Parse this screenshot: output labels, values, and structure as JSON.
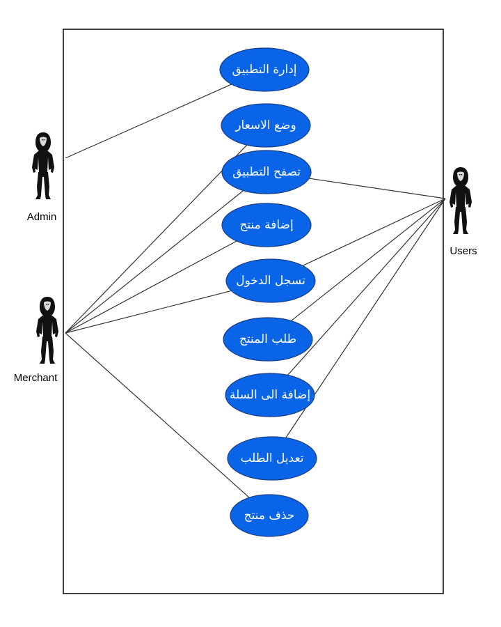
{
  "colors": {
    "use_case_fill": "#0a64e8",
    "use_case_stroke": "#1a3f86",
    "use_case_text": "#ffffff",
    "line": "#333333",
    "boundary": "#000000",
    "actor_body": "#111111",
    "actor_face": "#d9d9d9"
  },
  "actors": [
    {
      "id": "admin",
      "label": "Admin"
    },
    {
      "id": "merchant",
      "label": "Merchant"
    },
    {
      "id": "users",
      "label": "Users"
    }
  ],
  "use_cases": [
    {
      "id": "manage_app",
      "label": "إدارة التطبيق"
    },
    {
      "id": "set_prices",
      "label": "وضع الاسعار"
    },
    {
      "id": "browse_app",
      "label": "تصفح التطبيق"
    },
    {
      "id": "add_product",
      "label": "إضافة منتج"
    },
    {
      "id": "login",
      "label": "تسجل الدخول"
    },
    {
      "id": "order_product",
      "label": "طلب المنتج"
    },
    {
      "id": "add_to_cart",
      "label": "إضافة الى السلة"
    },
    {
      "id": "edit_order",
      "label": "تعديل الطلب"
    },
    {
      "id": "delete_product",
      "label": "حذف منتج"
    }
  ],
  "associations": [
    {
      "actor": "admin",
      "use_case": "manage_app"
    },
    {
      "actor": "merchant",
      "use_case": "set_prices"
    },
    {
      "actor": "merchant",
      "use_case": "browse_app"
    },
    {
      "actor": "merchant",
      "use_case": "add_product"
    },
    {
      "actor": "merchant",
      "use_case": "login"
    },
    {
      "actor": "merchant",
      "use_case": "delete_product"
    },
    {
      "actor": "users",
      "use_case": "browse_app"
    },
    {
      "actor": "users",
      "use_case": "login"
    },
    {
      "actor": "users",
      "use_case": "order_product"
    },
    {
      "actor": "users",
      "use_case": "add_to_cart"
    },
    {
      "actor": "users",
      "use_case": "edit_order"
    }
  ]
}
